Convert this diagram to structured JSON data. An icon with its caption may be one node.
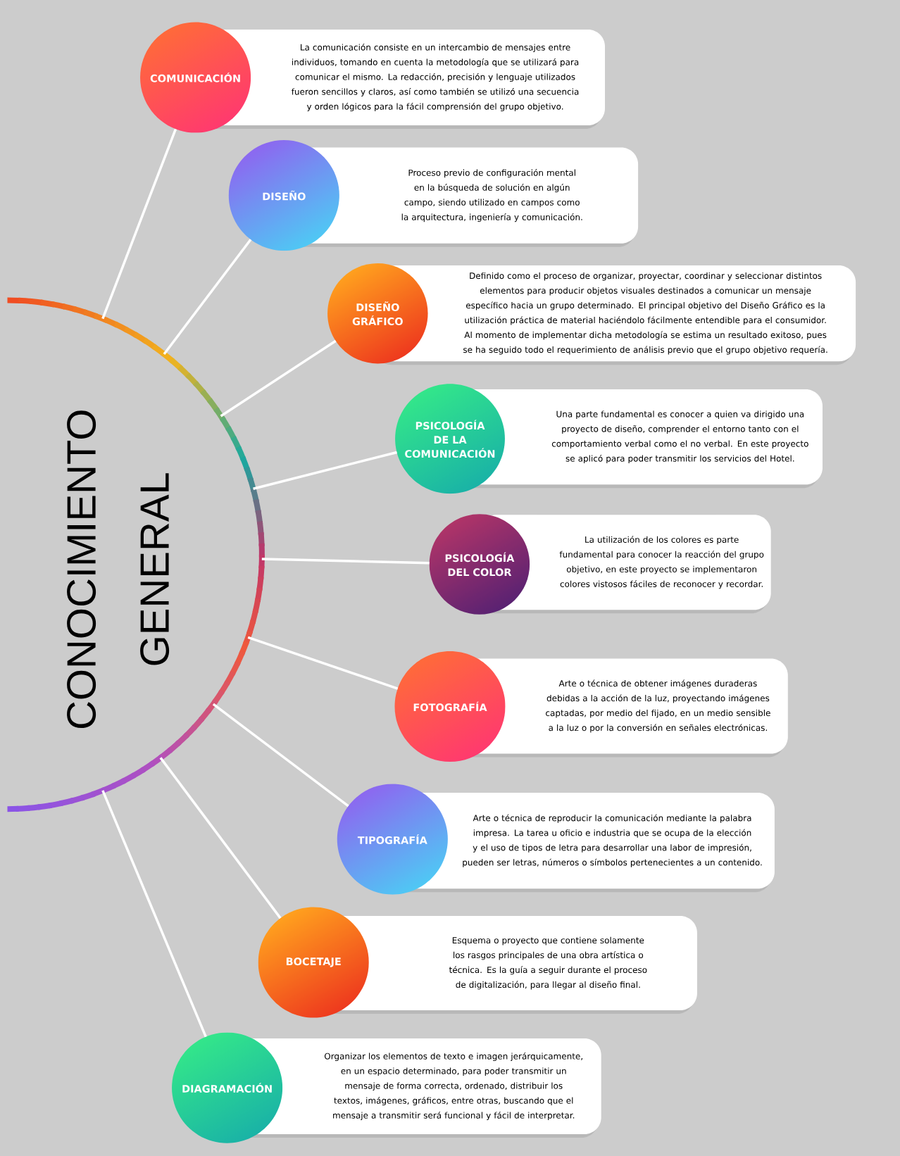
{
  "diagram": {
    "nodes": [
      {
        "text": [
          "CONOCIMIENTO GENERAL"
        ]
      },
      {
        "text": [
          "COMUNICACIÓN",
          "La comunicación consiste en un intercambio de mensajes entre individuos, tomando en cuenta la metodología que se utilizará para comunicar el mismo. La redacción, precisión y lenguaje utilizados fueron sencillos y claros, así como también se utilizó una secuencia y orden lógicos para la fácil comprensión del grupo objetivo."
        ]
      },
      {
        "text": [
          "DISEÑO",
          "Proceso previo de configuración mental en la búsqueda de solución en algún campo, siendo utilizado en campos como la arquitectura, ingeniería y comunicación."
        ]
      },
      {
        "text": [
          "DISEÑO GRÁFICO",
          "Definido como el proceso de organizar, proyectar, coordinar y seleccionar distintos elementos para producir objetos visuales destinados a comunicar un mensaje específico hacia un grupo determinado. El principal objetivo del Diseño Gráfico es la utilización práctica de material haciéndolo fácilmente entendible para el consumidor. Al momento de implementar dicha metodología se estima un resultado exitoso, pues se ha seguido todo el requerimiento de análisis previo que el grupo objetivo requería."
        ]
      },
      {
        "text": [
          "PSICOLOGÍA DE LA COMUNICACIÓN",
          "Una parte fundamental es conocer a quien va dirigido una proyecto de diseño, comprender el entorno tanto con el comportamiento verbal como el no verbal. En este proyecto se aplicó para poder transmitir los servicios del Hotel."
        ]
      },
      {
        "text": [
          "PSICOLOGÍA DEL COLOR",
          "La utilización de los colores es parte fundamental para conocer la reacción del grupo objetivo, en este proyecto se implementaron colores vistosos fáciles de reconocer y recordar."
        ]
      },
      {
        "text": [
          "FOTOGRAFÍA",
          "Arte o técnica de obtener imágenes duraderas debidas a la acción de la luz, proyectando imágenes captadas, por medio del fijado, en un medio sensible a la luz o por la conversión en señales electrónicas."
        ]
      },
      {
        "text": [
          "TIPOGRAFÍA",
          "Arte o técnica de reproducir la comunicación mediante la palabra impresa. La tarea u oficio e industria que se ocupa de la elección y el uso de tipos de letra para desarrollar una labor de impresión, pueden ser letras, números o símbolos pertenecientes a un contenido."
        ]
      },
      {
        "text": [
          "BOCETAJE",
          "Esquema o proyecto que contiene solamente los rasgos principales de una obra artística o técnica. Es la guía a seguir durante el proceso de digitalización, para llegar al diseño final."
        ]
      },
      {
        "text": [
          "DIAGRAMACIÓN",
          "Organizar los elementos de texto e imagen jerárquicamente, en un espacio determinado, para poder transmitir un mensaje de forma correcta, ordenado, distribuir los textos, imágenes, gráficos, entre otras, buscando que el mensaje a transmitir será funcional y fácil de interpretar."
        ]
      }
    ],
    "edges": [
      {
        "from": 0,
        "to": 1,
        "arrow": "none"
      },
      {
        "from": 0,
        "to": 2,
        "arrow": "none"
      },
      {
        "from": 0,
        "to": 3,
        "arrow": "none"
      },
      {
        "from": 0,
        "to": 4,
        "arrow": "none"
      },
      {
        "from": 0,
        "to": 5,
        "arrow": "none"
      },
      {
        "from": 0,
        "to": 6,
        "arrow": "none"
      },
      {
        "from": 0,
        "to": 7,
        "arrow": "none"
      },
      {
        "from": 0,
        "to": 8,
        "arrow": "none"
      },
      {
        "from": 0,
        "to": 9,
        "arrow": "none"
      }
    ]
  }
}
